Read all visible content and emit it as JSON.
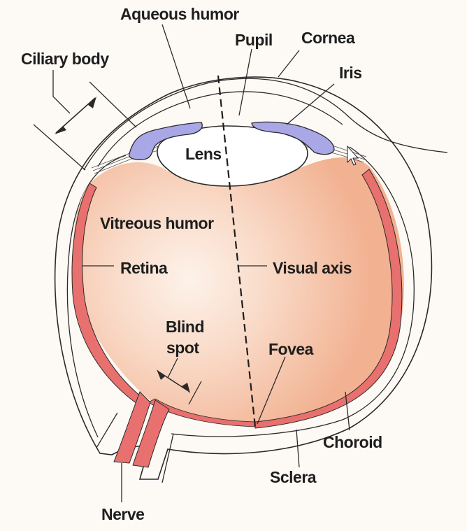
{
  "labels": {
    "aqueous_humor": "Aqueous humor",
    "pupil": "Pupil",
    "cornea": "Cornea",
    "ciliary_body": "Ciliary body",
    "iris": "Iris",
    "lens": "Lens",
    "vitreous_humor": "Vitreous humor",
    "retina": "Retina",
    "visual_axis": "Visual axis",
    "blind_spot_line1": "Blind",
    "blind_spot_line2": "spot",
    "fovea": "Fovea",
    "choroid": "Choroid",
    "sclera": "Sclera",
    "nerve": "Nerve"
  },
  "colors": {
    "background": "#fdfaf5",
    "vitreous_edge": "#f2b292",
    "vitreous_center": "#fdf2ea",
    "retina": "#e8706e",
    "iris": "#a9a7e6",
    "lens": "#ffffff",
    "outline": "#2a2a2a"
  },
  "icons": {
    "cursor": "mouse-pointer-icon"
  }
}
